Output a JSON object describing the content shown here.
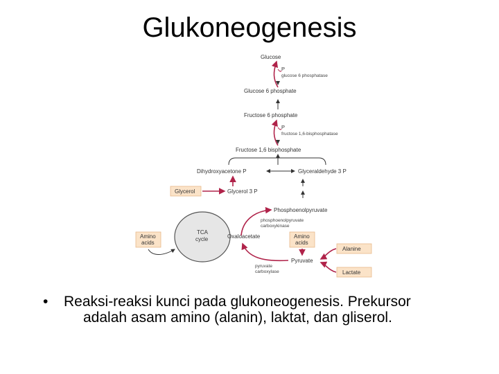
{
  "slide": {
    "title": "Glukoneogenesis",
    "bullet_line1": "Reaksi-reaksi kunci pada glukoneogenesis. Prekursor",
    "bullet_line2": "adalah asam amino (alanin), laktat, dan gliserol.",
    "bullet_symbol": "•"
  },
  "diagram": {
    "metabolites": {
      "glucose": "Glucose",
      "glucose_6p": "Glucose 6 phosphate",
      "fructose_6p": "Fructose 6 phosphate",
      "fructose_16bp": "Fructose 1,6 bisphosphate",
      "dhap": "Dihydroxyacetone P",
      "gap": "Glyceraldehyde 3 P",
      "glycerol_3p": "Glycerol 3 P",
      "pep": "Phosphoenolpyruvate",
      "oxaloacetate": "Oxaloacetate",
      "pyruvate": "Pyruvate"
    },
    "enzymes": {
      "g6pase_p": "P",
      "g6pase": "glucose 6 phosphatase",
      "fbpase_p": "P",
      "fbpase": "fructose 1,6-bisphosphatase",
      "pepck_1": "phosphoenolpyruvate",
      "pepck_2": "carboxykinase",
      "pc_1": "pyruvate",
      "pc_2": "carboxylase"
    },
    "tca": {
      "line1": "TCA",
      "line2": "cycle"
    },
    "precursors": {
      "glycerol": "Glycerol",
      "amino_left_1": "Amino",
      "amino_left_2": "acids",
      "amino_right_1": "Amino",
      "amino_right_2": "acids",
      "alanine": "Alanine",
      "lactate": "Lactate"
    },
    "colors": {
      "precursor_box": "#fbe3c8",
      "precursor_border": "#e8b98a",
      "gluconeogenic_arrow": "#b0234a",
      "neutral_arrow": "#333333"
    }
  }
}
